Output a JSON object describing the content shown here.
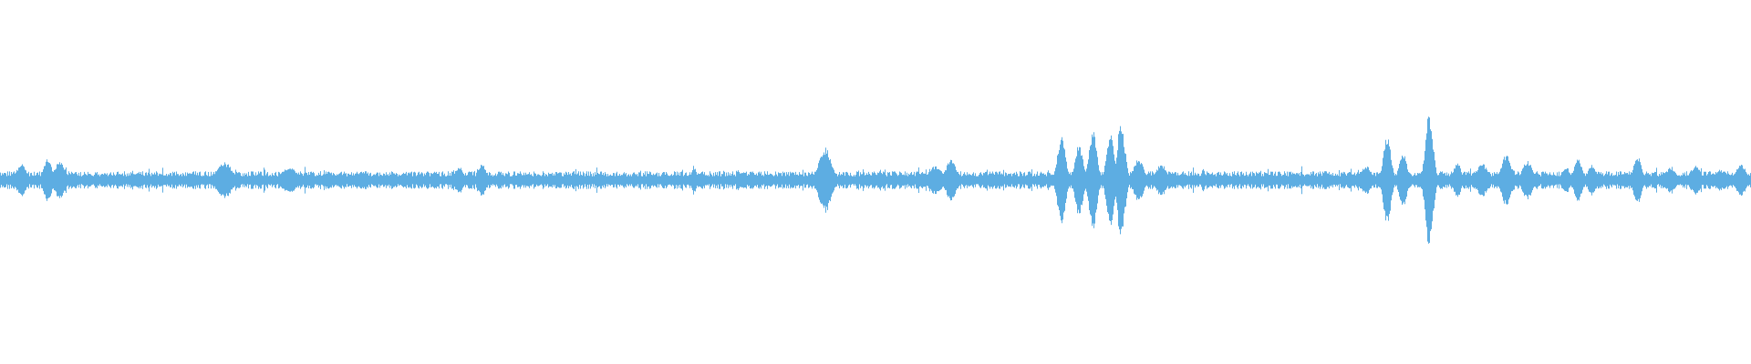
{
  "waveform": {
    "color": "#5DADE2",
    "background": "#ffffff",
    "base_amplitude": 0.035,
    "noise_amplitude": 0.03,
    "bursts": [
      {
        "position": 0.012,
        "width": 0.004,
        "amplitude": 0.09
      },
      {
        "position": 0.027,
        "width": 0.003,
        "amplitude": 0.13
      },
      {
        "position": 0.034,
        "width": 0.004,
        "amplitude": 0.11
      },
      {
        "position": 0.128,
        "width": 0.006,
        "amplitude": 0.1
      },
      {
        "position": 0.165,
        "width": 0.006,
        "amplitude": 0.07
      },
      {
        "position": 0.262,
        "width": 0.003,
        "amplitude": 0.08
      },
      {
        "position": 0.275,
        "width": 0.003,
        "amplitude": 0.09
      },
      {
        "position": 0.396,
        "width": 0.002,
        "amplitude": 0.08
      },
      {
        "position": 0.471,
        "width": 0.005,
        "amplitude": 0.18
      },
      {
        "position": 0.534,
        "width": 0.005,
        "amplitude": 0.08
      },
      {
        "position": 0.543,
        "width": 0.004,
        "amplitude": 0.12
      },
      {
        "position": 0.606,
        "width": 0.003,
        "amplitude": 0.26
      },
      {
        "position": 0.616,
        "width": 0.003,
        "amplitude": 0.2
      },
      {
        "position": 0.624,
        "width": 0.003,
        "amplitude": 0.29
      },
      {
        "position": 0.634,
        "width": 0.003,
        "amplitude": 0.27
      },
      {
        "position": 0.64,
        "width": 0.003,
        "amplitude": 0.33
      },
      {
        "position": 0.65,
        "width": 0.004,
        "amplitude": 0.12
      },
      {
        "position": 0.663,
        "width": 0.004,
        "amplitude": 0.09
      },
      {
        "position": 0.687,
        "width": 0.001,
        "amplitude": 0.08
      },
      {
        "position": 0.78,
        "width": 0.004,
        "amplitude": 0.08
      },
      {
        "position": 0.792,
        "width": 0.003,
        "amplitude": 0.24
      },
      {
        "position": 0.801,
        "width": 0.003,
        "amplitude": 0.15
      },
      {
        "position": 0.816,
        "width": 0.003,
        "amplitude": 0.38
      },
      {
        "position": 0.832,
        "width": 0.003,
        "amplitude": 0.1
      },
      {
        "position": 0.846,
        "width": 0.004,
        "amplitude": 0.1
      },
      {
        "position": 0.86,
        "width": 0.004,
        "amplitude": 0.14
      },
      {
        "position": 0.872,
        "width": 0.004,
        "amplitude": 0.11
      },
      {
        "position": 0.894,
        "width": 0.003,
        "amplitude": 0.08
      },
      {
        "position": 0.901,
        "width": 0.003,
        "amplitude": 0.12
      },
      {
        "position": 0.909,
        "width": 0.003,
        "amplitude": 0.09
      },
      {
        "position": 0.935,
        "width": 0.003,
        "amplitude": 0.14
      },
      {
        "position": 0.954,
        "width": 0.004,
        "amplitude": 0.07
      },
      {
        "position": 0.968,
        "width": 0.004,
        "amplitude": 0.08
      },
      {
        "position": 0.982,
        "width": 0.004,
        "amplitude": 0.06
      },
      {
        "position": 0.994,
        "width": 0.004,
        "amplitude": 0.09
      }
    ]
  }
}
